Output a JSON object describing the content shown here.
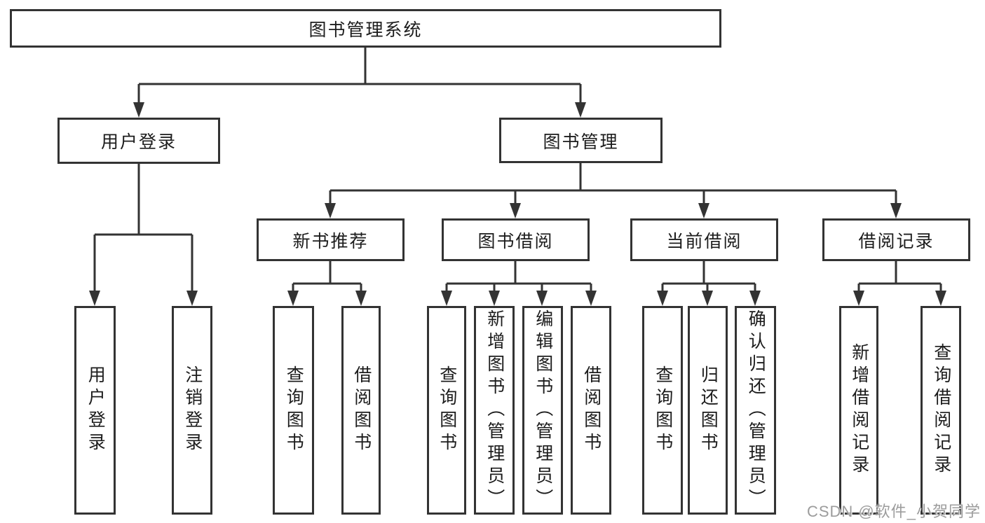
{
  "diagram": {
    "title": "图书管理系统",
    "colors": {
      "line": "#333333",
      "box_border": "#333333",
      "text": "#1c1c1c",
      "background": "#ffffff",
      "watermark": "#9c9c9c"
    },
    "nodes": {
      "root": "图书管理系统",
      "level2": [
        "用户登录",
        "图书管理"
      ],
      "level3": [
        "新书推荐",
        "图书借阅",
        "当前借阅",
        "借阅记录"
      ],
      "leaves_user_login": [
        "用户登录",
        "注销登录"
      ],
      "leaves_new_book": [
        "查询图书",
        "借阅图书"
      ],
      "leaves_book_borrow": [
        "查询图书",
        "新增图书（管理员）",
        "编辑图书（管理员）",
        "借阅图书"
      ],
      "leaves_current_borrow": [
        "查询图书",
        "归还图书",
        "确认归还（管理员）"
      ],
      "leaves_borrow_records": [
        "新增借阅记录",
        "查询借阅记录"
      ]
    },
    "watermark": "CSDN @软件_小贺同学"
  }
}
